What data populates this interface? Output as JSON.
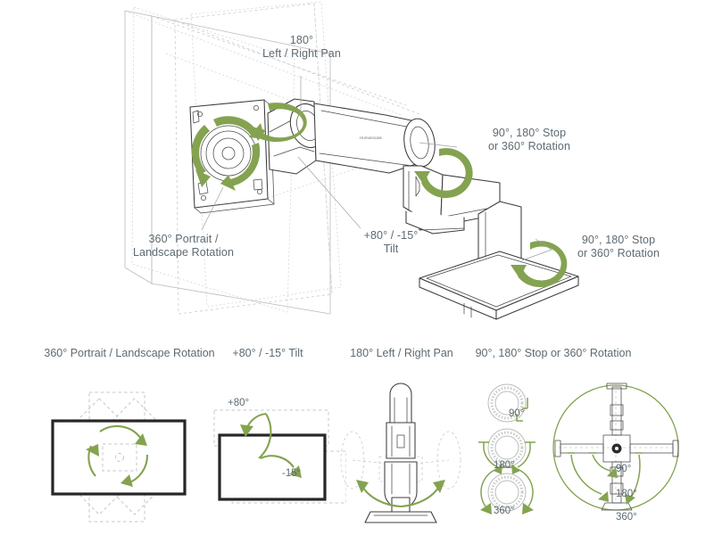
{
  "document": {
    "type": "product-motion-diagram",
    "subject": "Monitor arm mount range of motion"
  },
  "hero": {
    "callouts": [
      {
        "id": "pan",
        "line1": "180°",
        "line2": "Left / Right Pan"
      },
      {
        "id": "rotation-upper",
        "line1": "90°, 180° Stop",
        "line2": "or 360° Rotation"
      },
      {
        "id": "rotation-lower",
        "line1": "90°, 180° Stop",
        "line2": "or 360° Rotation"
      },
      {
        "id": "portrait-landscape",
        "line1": "360° Portrait /",
        "line2": "Landscape Rotation"
      },
      {
        "id": "tilt",
        "line1": "+80° / -15°",
        "line2": "Tilt"
      }
    ]
  },
  "panels": [
    {
      "id": "portrait-landscape",
      "title_line1": "360° Portrait /",
      "title_line2": "Landscape Rotation",
      "annotations": []
    },
    {
      "id": "tilt",
      "title_line1": "+80° / -15°",
      "title_line2": "Tilt",
      "annotations": [
        {
          "text": "+80°"
        },
        {
          "text": "-15°"
        }
      ]
    },
    {
      "id": "pan",
      "title_line1": "180°",
      "title_line2": "Left / Right Pan",
      "annotations": []
    },
    {
      "id": "rotation",
      "title_line1": "90°, 180° Stop",
      "title_line2": "or 360° Rotation",
      "annotations": [
        {
          "text": "90°"
        },
        {
          "text": "180°"
        },
        {
          "text": "360°"
        },
        {
          "text": "90°"
        },
        {
          "text": "180°"
        },
        {
          "text": "360°"
        }
      ]
    }
  ],
  "colors": {
    "arrow_green": "#84a350",
    "text_gray": "#5d6a72",
    "line_dark": "#3c3c3c",
    "ghost_gray": "#c9ccc9",
    "background": "#ffffff"
  }
}
